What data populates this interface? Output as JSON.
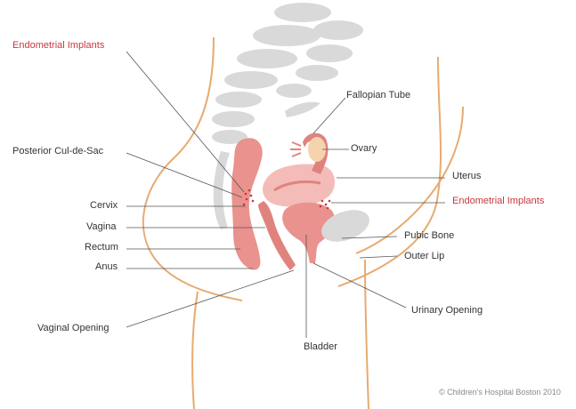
{
  "colors": {
    "label_text": "#333333",
    "highlight_text": "#c8373c",
    "body_outline": "#e8aa70",
    "spine_gray": "#d9d9d9",
    "organ_pink": "#f2b3ae",
    "organ_dark": "#e0837f",
    "ovary_tan": "#f5d3ad",
    "leader_line": "#555555"
  },
  "labels": {
    "endometrial_top": "Endometrial Implants",
    "fallopian_tube": "Fallopian Tube",
    "posterior_cul_de_sac": "Posterior Cul-de-Sac",
    "ovary": "Ovary",
    "uterus": "Uterus",
    "cervix": "Cervix",
    "endometrial_right": "Endometrial Implants",
    "vagina": "Vagina",
    "pubic_bone": "Pubic Bone",
    "rectum": "Rectum",
    "outer_lip": "Outer Lip",
    "anus": "Anus",
    "urinary_opening": "Urinary Opening",
    "vaginal_opening": "Vaginal Opening",
    "bladder": "Bladder"
  },
  "copyright": "© Children's Hospital Boston 2010"
}
